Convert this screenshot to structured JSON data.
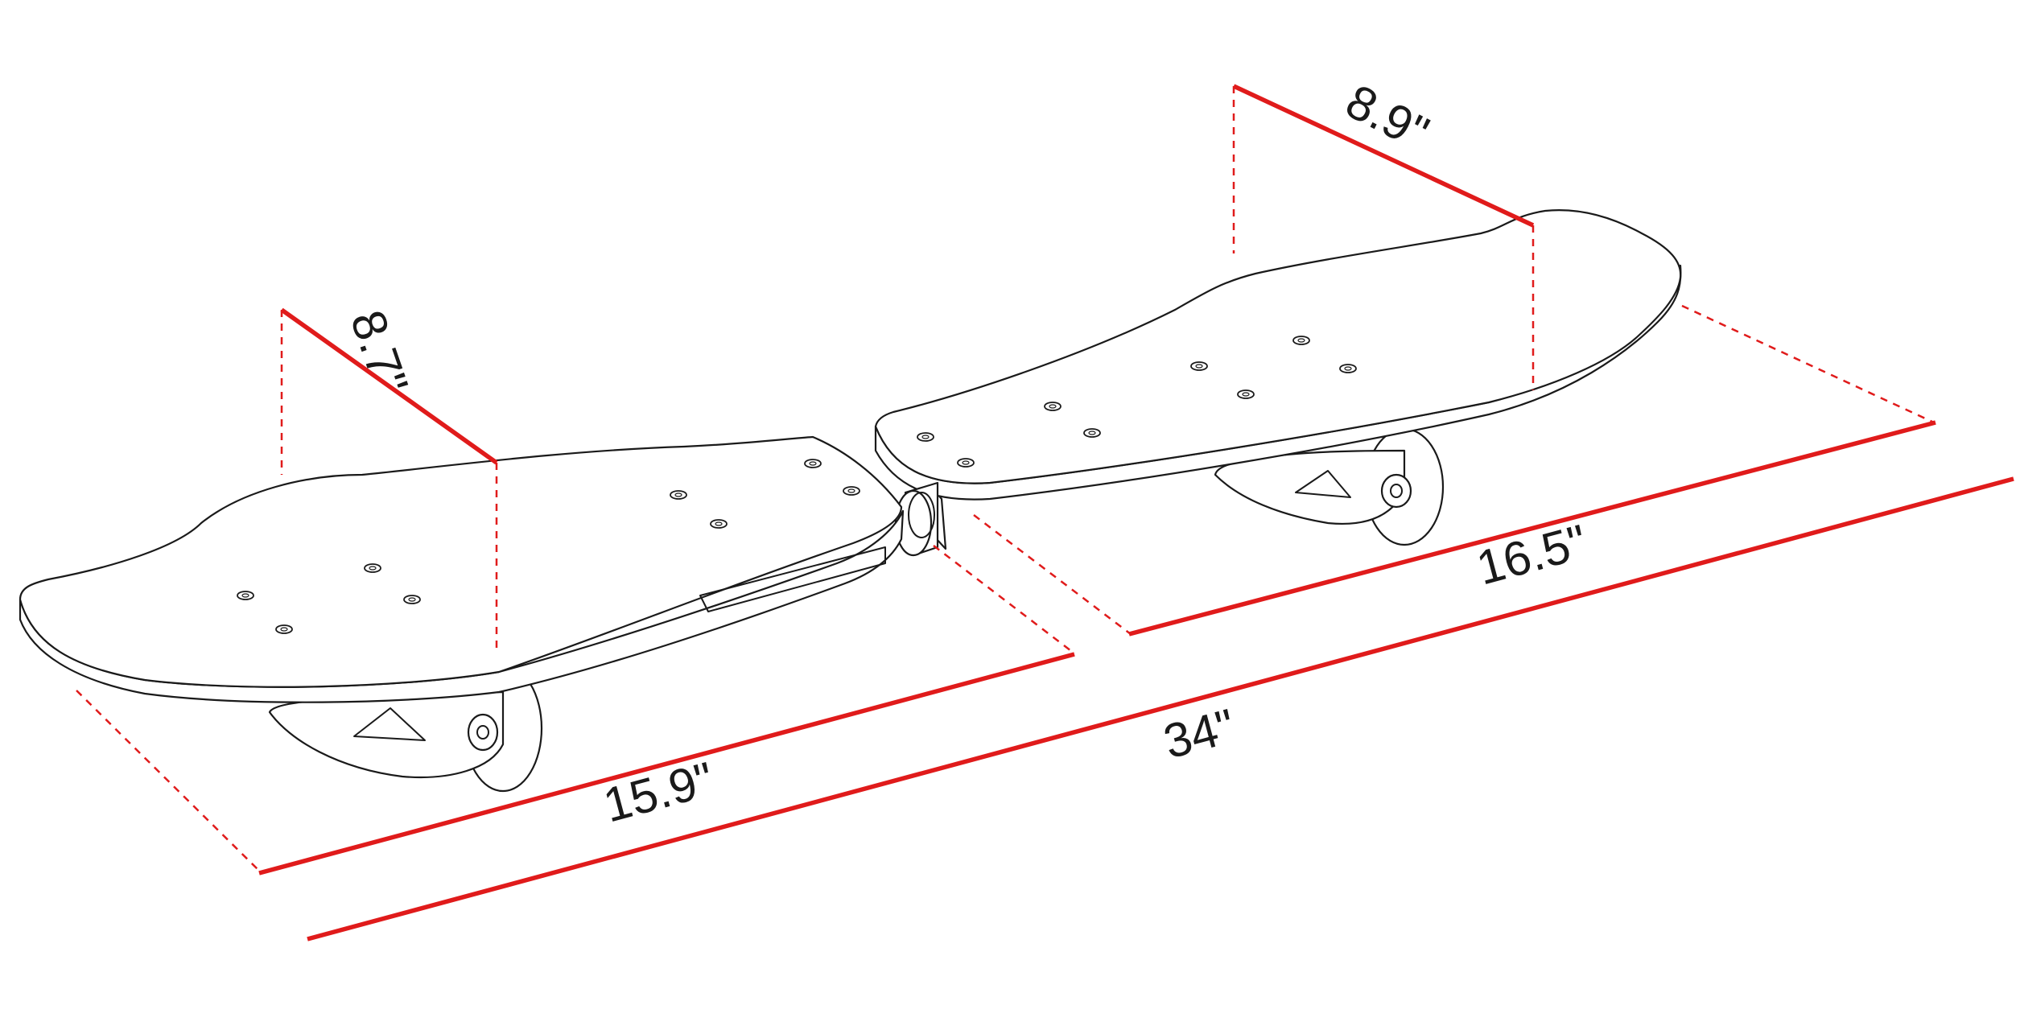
{
  "dimensions": {
    "front_width": "8.7\"",
    "rear_width": "8.9\"",
    "front_length": "15.9\"",
    "rear_length": "16.5\"",
    "overall_length": "34\""
  },
  "colors": {
    "dimension_line": "#e01b1b",
    "outline": "#1a1a1a",
    "background": "#ffffff"
  }
}
